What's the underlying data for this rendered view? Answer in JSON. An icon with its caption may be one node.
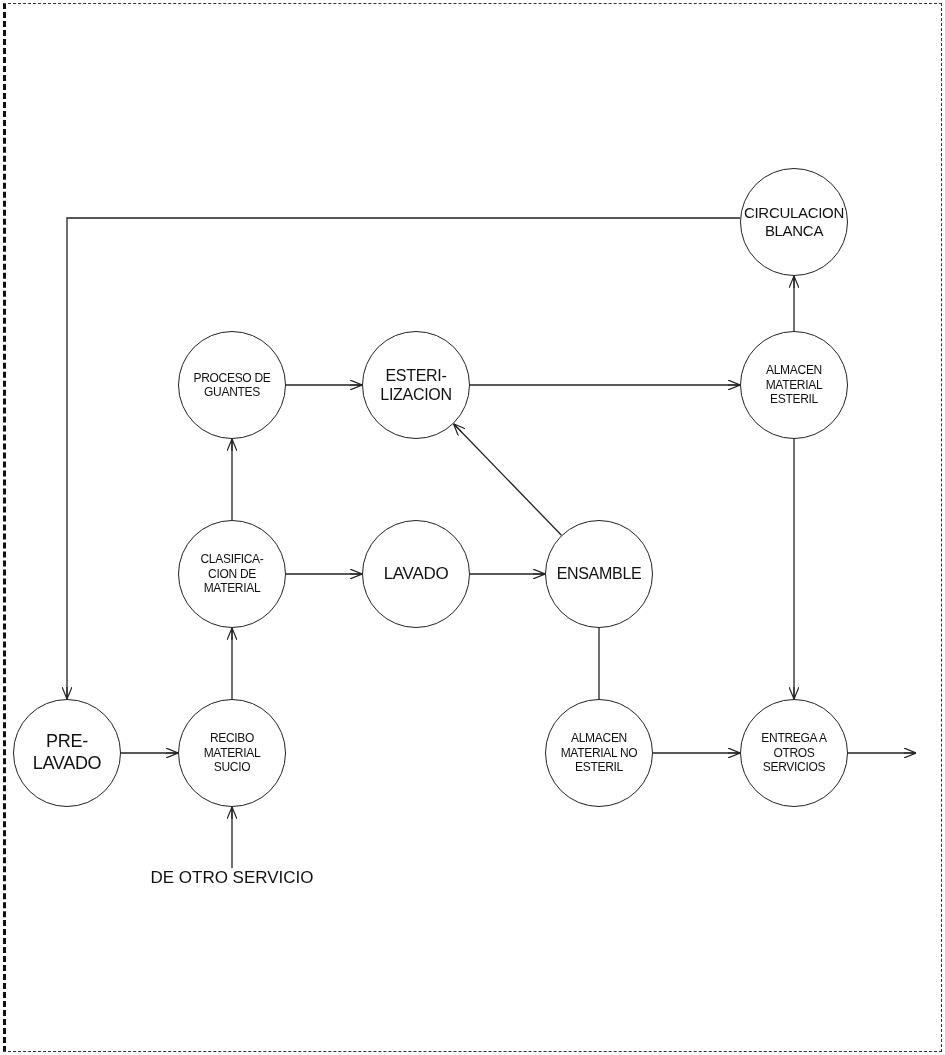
{
  "diagram": {
    "nodes": [
      {
        "text": [
          "CIRCULACION BLANCA"
        ]
      },
      {
        "text": [
          "PROCESO DE GUANTES"
        ]
      },
      {
        "text": [
          "ESTERI- LIZACION"
        ]
      },
      {
        "text": [
          "ALMACEN MATERIAL ESTERIL"
        ]
      },
      {
        "text": [
          "CLASIFICA- CION DE MATERIAL"
        ]
      },
      {
        "text": [
          "LAVADO"
        ]
      },
      {
        "text": [
          "ENSAMBLE"
        ]
      },
      {
        "text": [
          "PRE- LAVADO"
        ]
      },
      {
        "text": [
          "RECIBO MATERIAL SUCIO"
        ]
      },
      {
        "text": [
          "ALMACEN MATERIAL NO ESTERIL"
        ]
      },
      {
        "text": [
          "ENTREGA A OTROS SERVICIOS"
        ]
      },
      {
        "text": [
          "DE OTRO SERVICIO"
        ]
      }
    ],
    "edges": [
      {
        "from": 0,
        "to": 7,
        "arrow": "to"
      },
      {
        "from": 7,
        "to": 8,
        "arrow": "to"
      },
      {
        "from": 8,
        "to": 4,
        "arrow": "to"
      },
      {
        "from": 4,
        "to": 1,
        "arrow": "to"
      },
      {
        "from": 1,
        "to": 2,
        "arrow": "to"
      },
      {
        "from": 4,
        "to": 5,
        "arrow": "to"
      },
      {
        "from": 5,
        "to": 6,
        "arrow": "to"
      },
      {
        "from": 6,
        "to": 2,
        "arrow": "to"
      },
      {
        "from": 2,
        "to": 3,
        "arrow": "to"
      },
      {
        "from": 3,
        "to": 0,
        "arrow": "to"
      },
      {
        "from": 3,
        "to": 10,
        "arrow": "to"
      },
      {
        "from": 6,
        "to": 9,
        "arrow": "none"
      },
      {
        "from": 9,
        "to": 10,
        "arrow": "to"
      },
      {
        "from": 10,
        "to": null,
        "arrow": "to"
      },
      {
        "from": 11,
        "to": 8,
        "arrow": "to"
      }
    ]
  }
}
